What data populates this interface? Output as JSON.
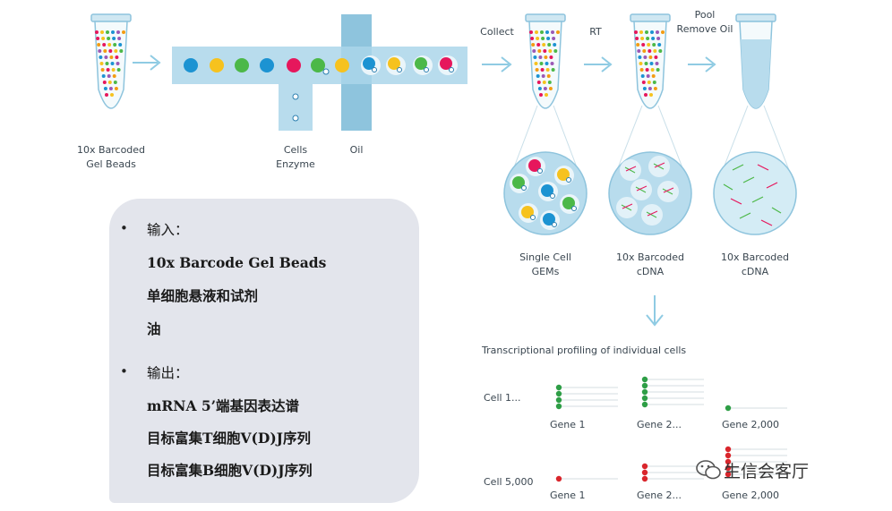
{
  "labels": {
    "gel_beads": [
      "10x Barcoded",
      "Gel Beads"
    ],
    "cells_enzyme": [
      "Cells",
      "Enzyme"
    ],
    "oil": "Oil",
    "collect": "Collect",
    "rt": "RT",
    "pool_remove_oil": [
      "Pool",
      "Remove Oil"
    ],
    "single_cell_gems": [
      "Single Cell",
      "GEMs"
    ],
    "barcoded_cdna_1": [
      "10x Barcoded",
      "cDNA"
    ],
    "barcoded_cdna_2": [
      "10x Barcoded",
      "cDNA"
    ],
    "profiling_title": "Transcriptional profiling of individual cells",
    "cell_first": "Cell 1...",
    "cell_last": "Cell 5,000",
    "genes_row1": [
      "Gene 1",
      "Gene 2...",
      "Gene 2,000"
    ],
    "genes_row2": [
      "Gene 1",
      "Gene 2...",
      "Gene 2,000"
    ]
  },
  "io_box": {
    "bullet": "•",
    "input_heading": "输入：",
    "inputs": [
      "10x Barcode Gel Beads",
      "单细胞悬液和试剂",
      "油"
    ],
    "output_heading": "输出：",
    "outputs": [
      "mRNA 5’端基因表达谱",
      "目标富集T细胞V(D)J序列",
      "目标富集B细胞V(D)J序列"
    ]
  },
  "watermark": "生信会客厅",
  "colors": {
    "channel": "#b8dced",
    "channel_dark": "#8ec4dd",
    "arrow": "#8fcbe3",
    "bead_blue": "#1c93d2",
    "bead_yellow": "#f6c21e",
    "bead_green": "#4cb848",
    "bead_pink": "#e6175c",
    "dot_green": "#2e9e46",
    "dot_red": "#d9262c"
  }
}
